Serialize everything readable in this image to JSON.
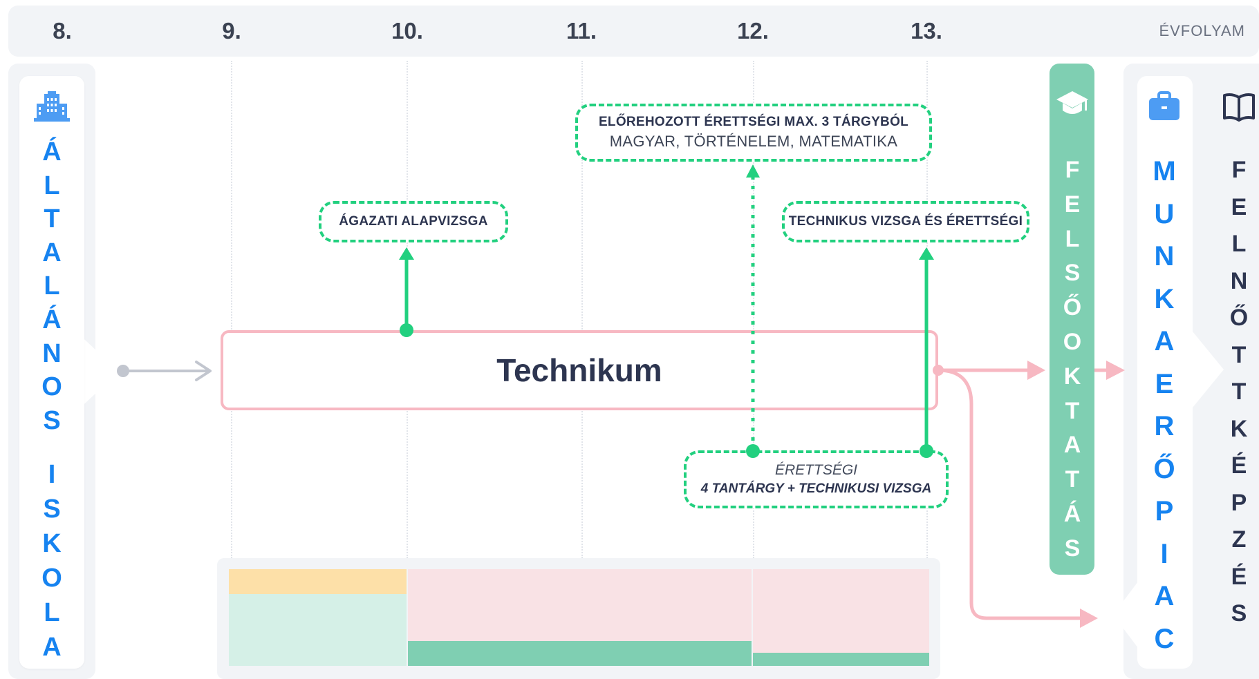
{
  "header": {
    "grades": [
      "8.",
      "9.",
      "10.",
      "11.",
      "12.",
      "13."
    ],
    "axis_label": "ÉVFOLYAM"
  },
  "left_panel": {
    "icon": "school-building-icon",
    "title": "ÁLTALÁNOS ISKOLA",
    "word1": "ÁLTALÁNOS",
    "word2": "ISKOLA"
  },
  "main_box": {
    "label": "Technikum"
  },
  "exams": {
    "agazati": "ÁGAZATI ALAPVIZSGA",
    "elorehozott_title": "ELŐREHOZOTT ÉRETTSÉGI MAX. 3 TÁRGYBÓL",
    "elorehozott_subjects": "MAGYAR, TÖRTÉNELEM, MATEMATIKA",
    "technikus_vizsga": "TECHNIKUS VIZSGA ÉS ÉRETTSÉGI",
    "erettsegi_label": "ÉRETTSÉGI",
    "erettsegi_detail": "4 TANTÁRGY + TECHNIKUSI VIZSGA"
  },
  "right_panels": {
    "felsooktatas": "FELSŐOKTATÁS",
    "felsooktatas_icon": "graduation-cap-icon",
    "munkaeropiac": "MUNKAERŐPIAC",
    "munkaeropiac_icon": "briefcase-icon",
    "felnottkepzes": "FELNŐTTKÉPZÉS",
    "felnottkepzes_icon": "open-book-icon"
  },
  "colors": {
    "dashed_green": "#22d07f",
    "pink_line": "#f7b8c2",
    "blue_text": "#1683f0",
    "felso_green": "#7fcfb2",
    "bar_yellow": "#fde0a8",
    "bar_mint": "#d5f0e7",
    "bar_pink": "#f9e2e5",
    "bar_green": "#7fcfb2"
  }
}
